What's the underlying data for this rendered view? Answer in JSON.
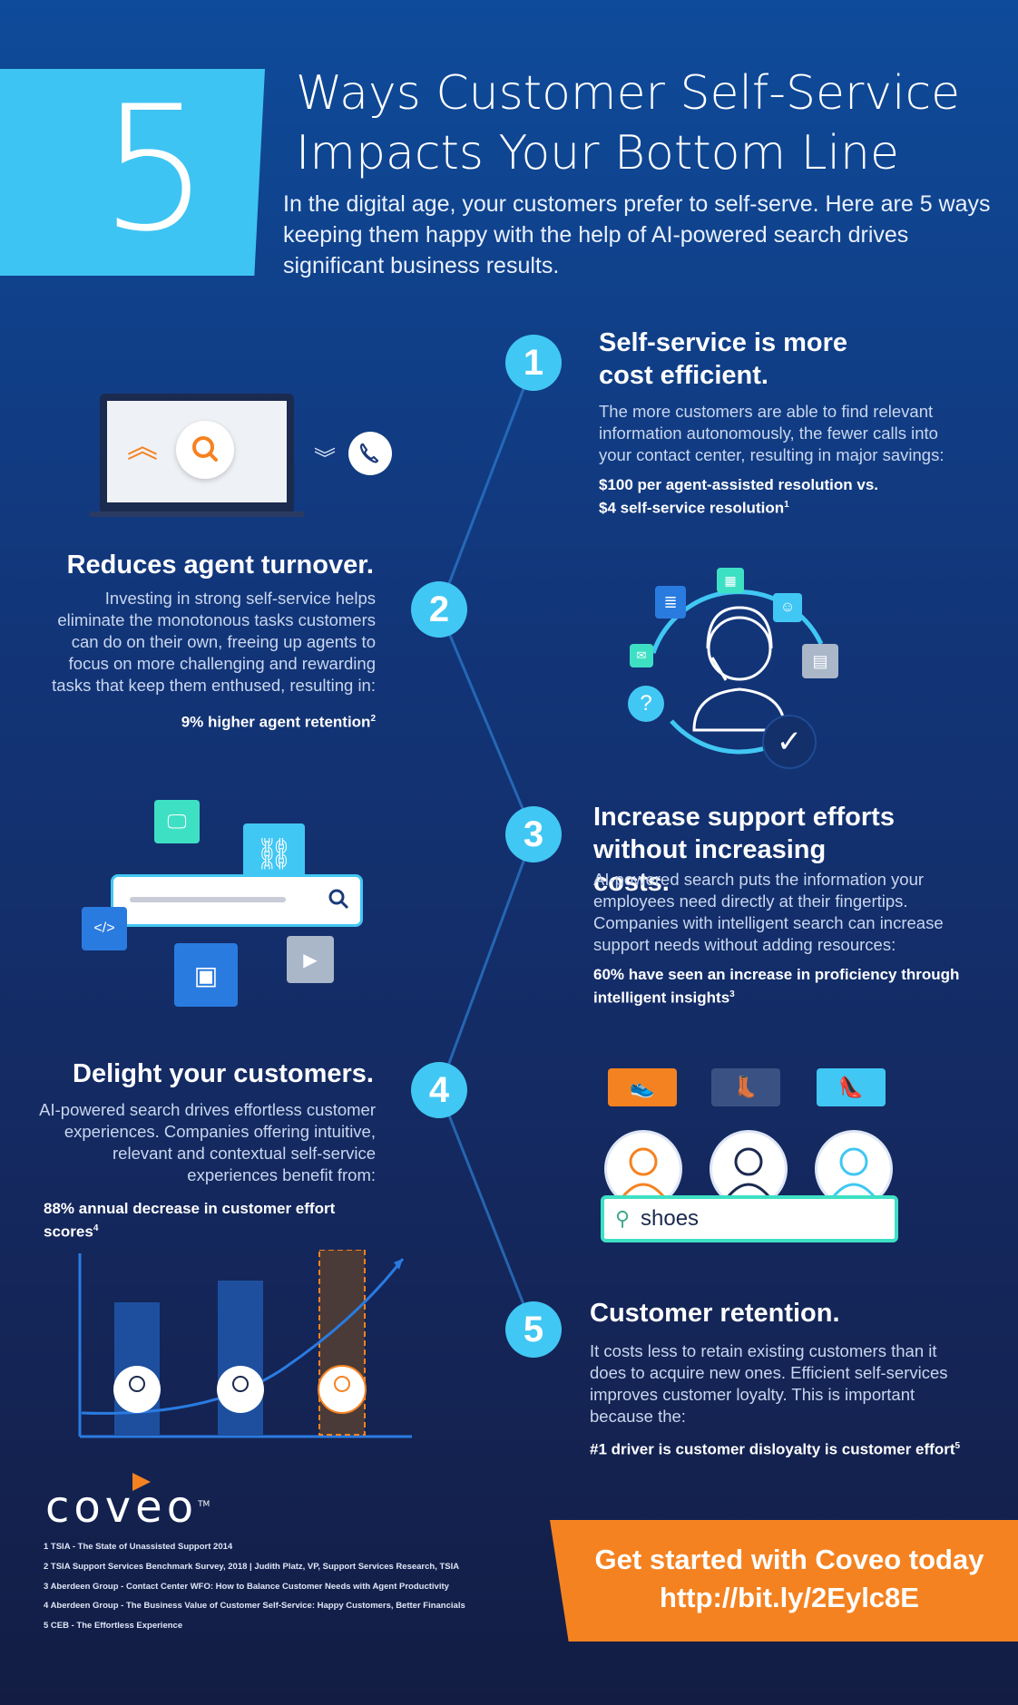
{
  "header": {
    "big_number": "5",
    "title": "Ways Customer Self-Service Impacts Your Bottom Line",
    "intro": "In the digital age, your customers prefer to self-serve. Here are 5 ways keeping them happy with the help of AI-powered search drives significant business results."
  },
  "steps": [
    {
      "number": "1",
      "title": "Self-service is more cost efficient.",
      "body": "The more customers are able to find relevant information autonomously, the fewer calls into your contact center, resulting in major savings:",
      "stat": "$100 per agent-assisted resolution vs. $4 self-service resolution",
      "ref": "1"
    },
    {
      "number": "2",
      "title": "Reduces agent turnover.",
      "body": "Investing in strong self-service helps eliminate the monotonous tasks customers can do on their own, freeing up agents to focus on more challenging and rewarding tasks that keep them enthused, resulting in:",
      "stat": "9% higher agent retention",
      "ref": "2"
    },
    {
      "number": "3",
      "title": "Increase support efforts without increasing costs.",
      "body": "AI-powered search puts the information your employees need directly at their fingertips. Companies with intelligent search can increase support needs without adding resources:",
      "stat": "60% have seen an increase in proficiency through intelligent insights",
      "ref": "3"
    },
    {
      "number": "4",
      "title": "Delight your customers.",
      "body": "AI-powered search drives effortless customer experiences. Companies offering intuitive, relevant and contextual self-service experiences benefit from:",
      "stat": "88% annual decrease in customer effort scores",
      "ref": "4"
    },
    {
      "number": "5",
      "title": "Customer retention.",
      "body": "It costs less to retain existing customers than it does to acquire new ones. Efficient self-services improves customer loyalty. This is important because the:",
      "stat": "#1 driver is customer disloyalty is customer effort",
      "ref": "5"
    }
  ],
  "search_demo": {
    "query": "shoes"
  },
  "logo": {
    "text": "coveo",
    "tm": "TM"
  },
  "footnotes": [
    "1 TSIA - The State of Unassisted Support 2014",
    "2 TSIA Support Services Benchmark Survey, 2018 | Judith Platz, VP, Support Services Research, TSIA",
    "3 Aberdeen Group - Contact Center WFO: How to Balance Customer Needs with Agent Productivity",
    "4 Aberdeen Group - The Business Value of Customer Self-Service: Happy Customers, Better Financials",
    "5 CEB - The Effortless Experience"
  ],
  "cta": {
    "line1": "Get started with Coveo today",
    "line2": "http://bit.ly/2Eylc8E"
  },
  "colors": {
    "accent_blue": "#41c7f3",
    "accent_orange": "#f58220",
    "teal": "#3ee0c4",
    "background_top": "#0e4b9a",
    "background_bottom": "#131d44"
  }
}
